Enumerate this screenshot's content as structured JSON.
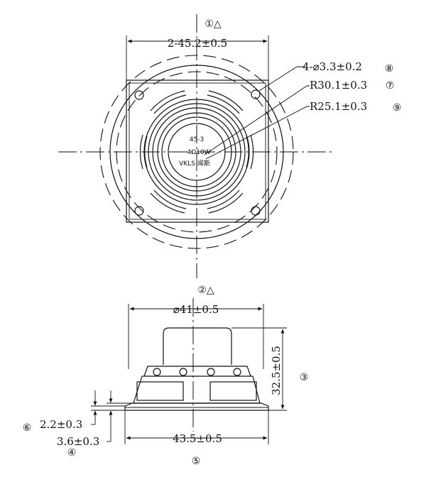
{
  "top_view": {
    "mark_1": "①△",
    "dim_mount_spacing": "2-45.2±0.5",
    "dim_holes": "4-⌀3.3±0.2",
    "dim_r30": "R30.1±0.3",
    "dim_r25": "R25.1±0.3",
    "mark_8": "⑧",
    "mark_7": "⑦",
    "mark_9": "⑨",
    "label_model": "45-3",
    "label_spec": "4Ω10W",
    "label_brand": "VKLS 闻斯",
    "mark_2": "②△"
  },
  "side_view": {
    "dim_diameter": "⌀41±0.5",
    "dim_height": "32.5±0.5",
    "mark_3": "③",
    "dim_flange_thickness": "2.2±0.3",
    "dim_flange_step": "3.6±0.3",
    "mark_6": "⑥",
    "mark_4": "④",
    "dim_width": "43.5±0.5",
    "mark_5": "⑤"
  }
}
